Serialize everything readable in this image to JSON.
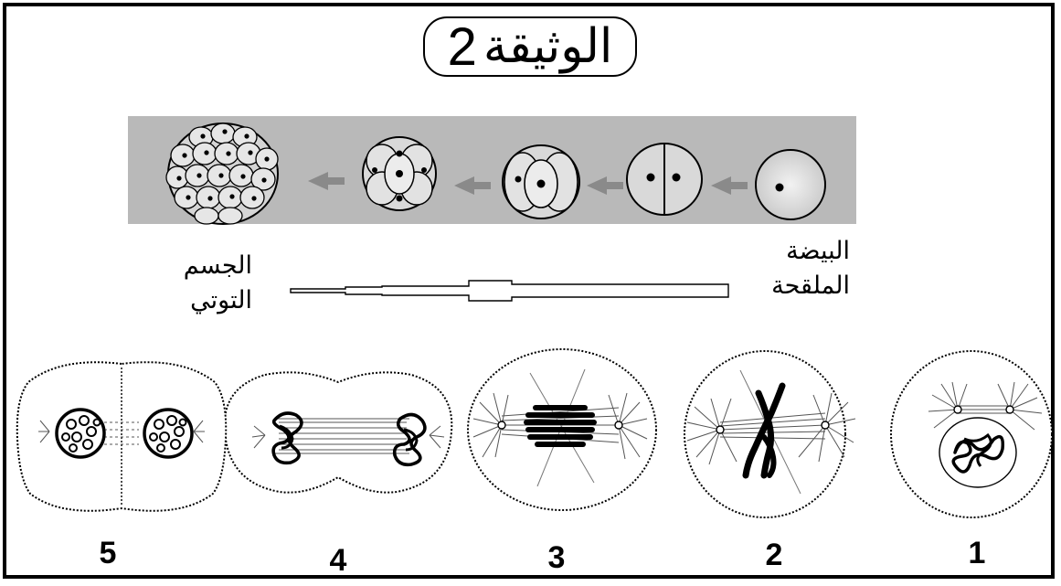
{
  "title": {
    "text": "الوثيقة",
    "number": "2"
  },
  "labels": {
    "egg_line1": "البيضة",
    "egg_line2": "الملقحة",
    "morula_line1": "الجسم",
    "morula_line2": "التوتي"
  },
  "phases": [
    "1",
    "2",
    "3",
    "4",
    "5"
  ],
  "colors": {
    "band": "#b9b9b9",
    "arrow": "#8a8a8a",
    "cell_fill": "#e2e2e2",
    "ink": "#000000"
  }
}
